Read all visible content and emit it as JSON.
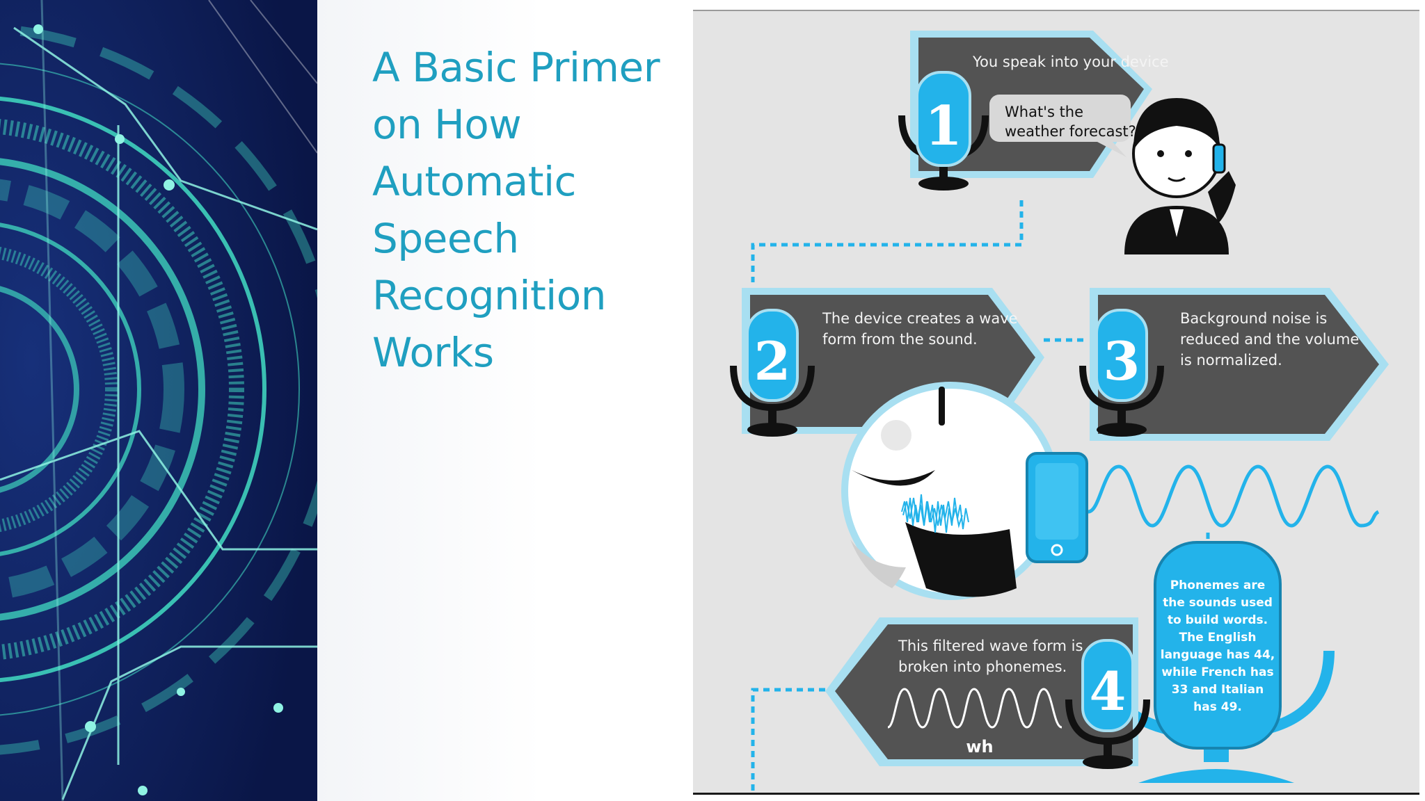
{
  "slide": {
    "title": "A Basic Primer on How Automatic Speech Recognition Works"
  },
  "infographic": {
    "step1": {
      "number": "1",
      "caption": "You speak into your device",
      "speech_line1": "What's the",
      "speech_line2": "weather forecast?"
    },
    "step2": {
      "number": "2",
      "caption_line1": "The device creates a wave",
      "caption_line2": "form from the sound."
    },
    "step3": {
      "number": "3",
      "caption_line1": "Background noise is",
      "caption_line2": "reduced and the volume",
      "caption_line3": "is normalized."
    },
    "step4": {
      "number": "4",
      "caption_line1": "This filtered wave form is",
      "caption_line2": "broken into phonemes.",
      "phoneme_label": "wh"
    },
    "phoneme_note": [
      "Phonemes are",
      "the sounds used",
      "to build words.",
      "The English",
      "language has 44,",
      "while French has",
      "33 and Italian",
      "has 49."
    ]
  },
  "colors": {
    "accent": "#1f9fc0",
    "blue": "#23b3ea",
    "panel": "#535353",
    "bg_navy": "#0e1e57",
    "teal": "#3fd1bc"
  }
}
